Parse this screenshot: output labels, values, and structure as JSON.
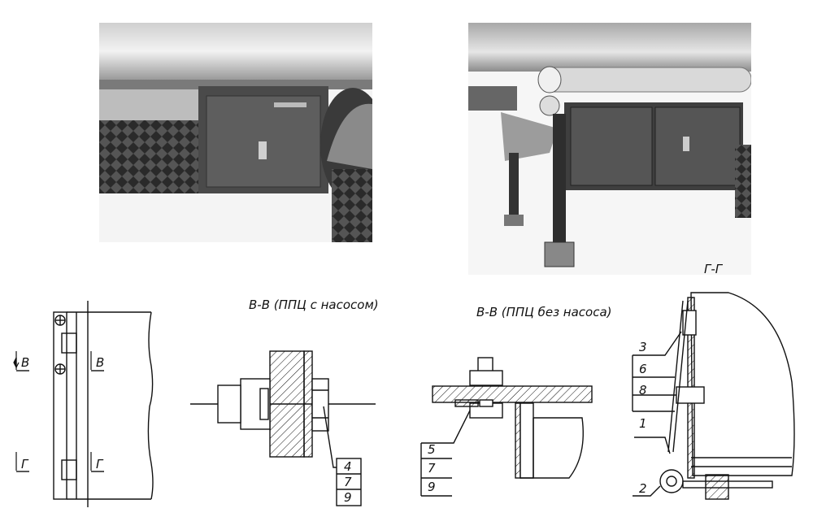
{
  "sections": {
    "vv_with_pump": "В-В (ППЦ с насосом)",
    "vv_without_pump": "В-В (ППЦ без насоса)",
    "gg": "Г-Г"
  },
  "side_view": {
    "cut_b": "В",
    "cut_g": "Г"
  },
  "callouts": {
    "c1": "1",
    "c2": "2",
    "c3": "3",
    "c4": "4",
    "c5": "5",
    "c6": "6",
    "c7": "7",
    "c8": "8",
    "c9": "9"
  }
}
